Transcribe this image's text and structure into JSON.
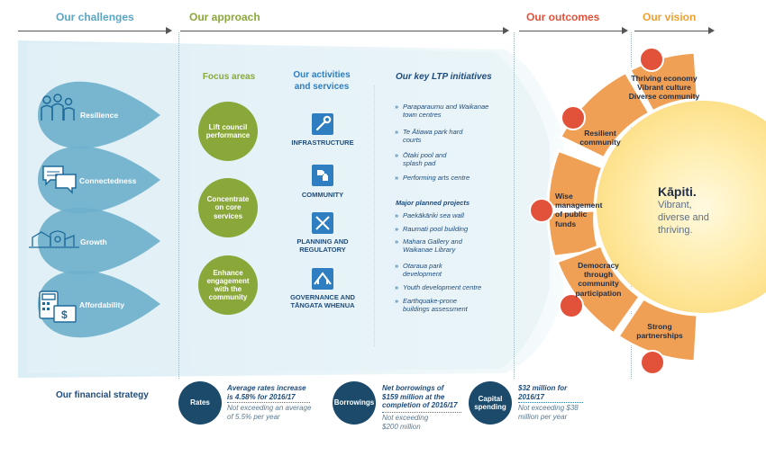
{
  "headers": {
    "challenges": "Our challenges",
    "approach": "Our approach",
    "outcomes": "Our outcomes",
    "vision": "Our vision"
  },
  "colors": {
    "challenges": "#5aa6c8",
    "approach": "#8aa83a",
    "outcomes": "#e2513a",
    "vision": "#f0a030",
    "petal": "#6fb1cc",
    "focus": "#8aa83a",
    "activity_icon": "#2f7ec1",
    "outcome_segment": "#f0a054",
    "finance_circle": "#1b4a6b"
  },
  "challenges": [
    {
      "label": "Resilience",
      "icon": "people-icon"
    },
    {
      "label": "Connectedness",
      "icon": "speech-bubbles-icon"
    },
    {
      "label": "Growth",
      "icon": "buildings-icon"
    },
    {
      "label": "Affordability",
      "icon": "calculator-money-icon"
    }
  ],
  "approach": {
    "focus_title": "Focus areas",
    "focus_areas": [
      "Lift council performance",
      "Concentrate on core services",
      "Enhance engagement with the community"
    ],
    "activities_title": "Our activities and services",
    "activities": [
      {
        "label": "INFRASTRUCTURE",
        "icon": "wrench-icon"
      },
      {
        "label": "COMMUNITY",
        "icon": "puzzle-icon"
      },
      {
        "label": "PLANNING AND REGULATORY",
        "icon": "ruler-pencil-icon"
      },
      {
        "label": "GOVERNANCE AND TĀNGATA WHENUA",
        "icon": "meeting-house-icon"
      }
    ],
    "ltp_title": "Our key LTP initiatives",
    "initiatives": [
      "Paraparaumu and Waikanae town centres",
      "Te Ātiawa park hard courts",
      "Ōtaki pool and splash pad",
      "Performing arts centre"
    ],
    "major_title": "Major planned projects",
    "major_projects": [
      "Paekākāriki sea wall",
      "Raumati pool building",
      "Mahara Gallery and Waikanae Library",
      "Otaraua park development",
      "Youth development centre",
      "Earthquake-prone buildings assessment"
    ]
  },
  "outcomes": [
    {
      "label": "Thriving economy Vibrant culture Diverse community",
      "icon": "shield-people-icon"
    },
    {
      "label": "Resilient community",
      "icon": "shield-people-icon"
    },
    {
      "label": "Wise management of public funds",
      "icon": "building-icon"
    },
    {
      "label": "Democracy through community participation",
      "icon": "speech-icon"
    },
    {
      "label": "Strong partnerships",
      "icon": "handshake-icon"
    }
  ],
  "vision": {
    "title": "Kāpiti.",
    "text": "Vibrant, diverse and thriving."
  },
  "finance": {
    "title": "Our financial strategy",
    "items": [
      {
        "name": "Rates",
        "main": "Average rates increase is 4.58% for 2016/17",
        "sub": "Not exceeding an average of 5.5% per year"
      },
      {
        "name": "Borrowings",
        "main": "Net borrowings of $159 million at the completion of 2016/17",
        "sub": "Not exceeding $200 million"
      },
      {
        "name": "Capital spending",
        "main": "$32 million for 2016/17",
        "sub": "Not exceeding $38 million per year"
      }
    ]
  }
}
